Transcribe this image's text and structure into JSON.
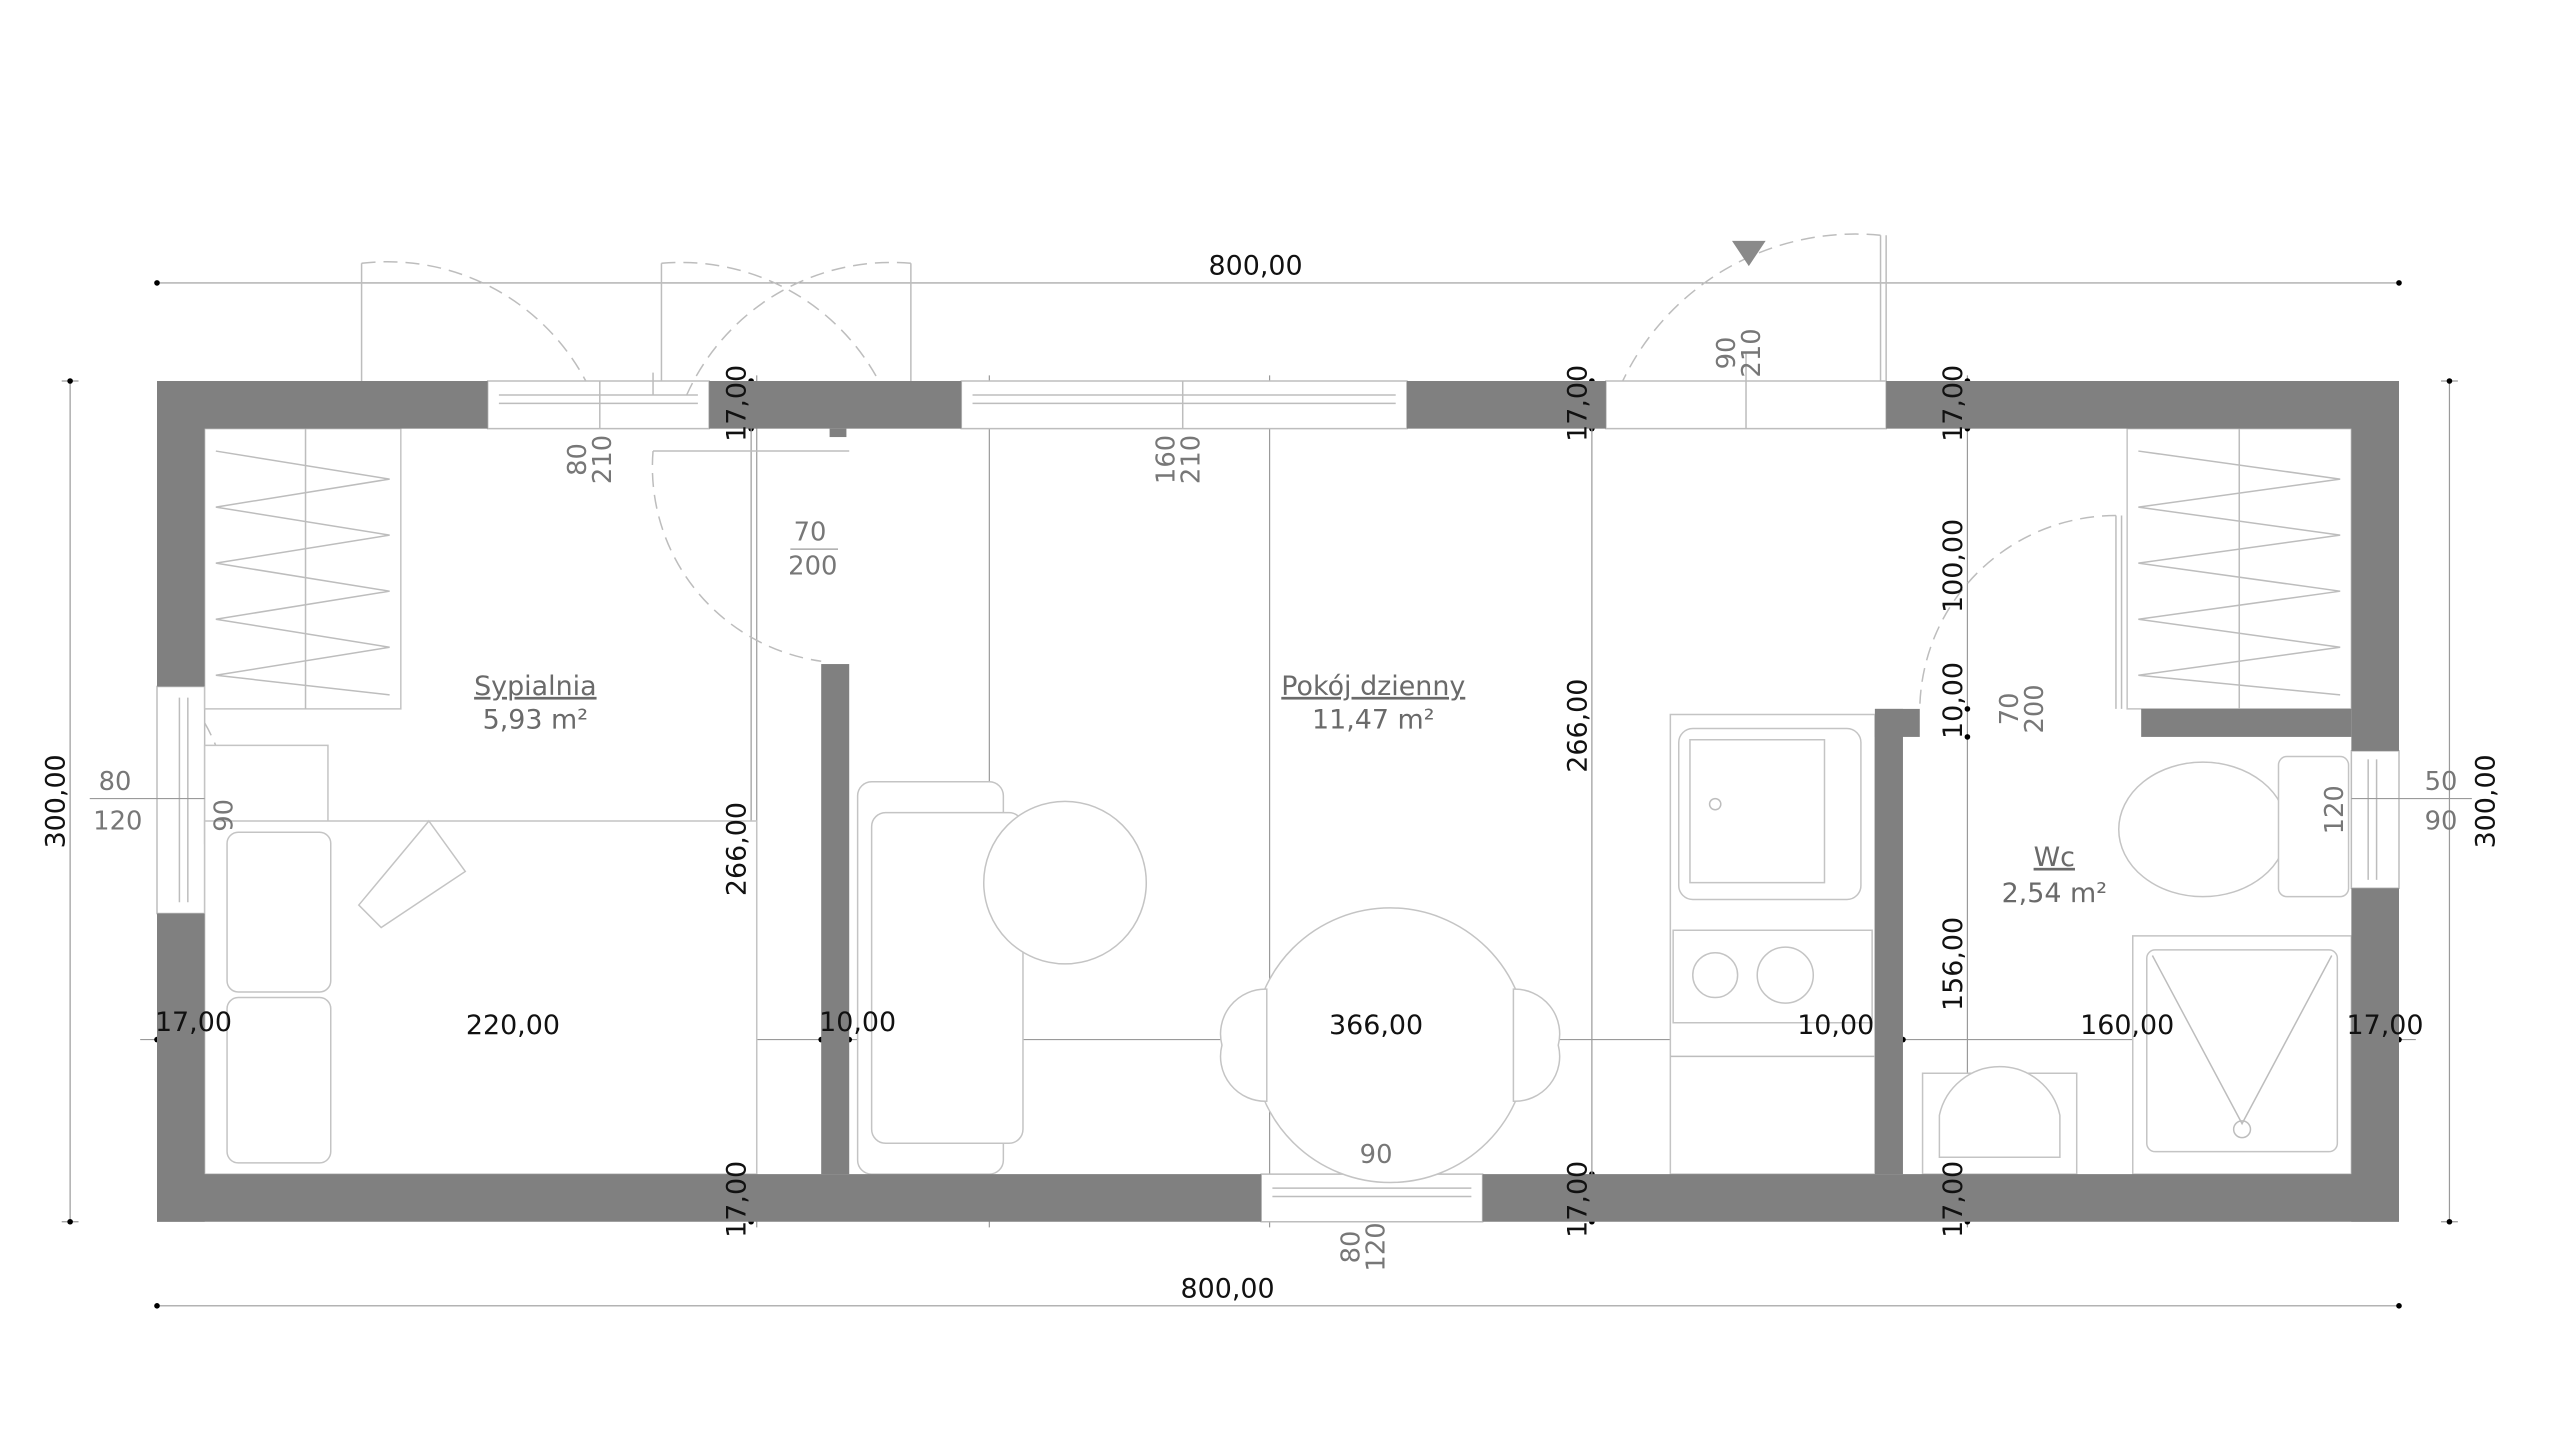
{
  "plan": {
    "rooms": [
      {
        "name": "Sypialnia",
        "area": "5,93 m²"
      },
      {
        "name": "Pokój dzienny",
        "area": "11,47 m²"
      },
      {
        "name": "Wc",
        "area": "2,54 m²"
      }
    ],
    "dimensions": {
      "top_total": "800,00",
      "bottom_total": "800,00",
      "left_total": "300,00",
      "right_total": "300,00",
      "wall_top": [
        "17,00",
        "17,00",
        "17,00"
      ],
      "wall_bottom": [
        "17,00",
        "17,00",
        "17,00"
      ],
      "height_bedroom": "266,00",
      "height_living": "266,00",
      "wc_upper": "100,00",
      "wc_wall": "10,00",
      "wc_lower": "156,00",
      "horizontal": [
        "17,00",
        "220,00",
        "10,00",
        "366,00",
        "10,00",
        "160,00",
        "17,00"
      ]
    },
    "openings": {
      "window_bedroom_top": {
        "w": "80",
        "h": "210"
      },
      "window_living_top": {
        "w": "160",
        "h": "210"
      },
      "entrance_door": {
        "w": "90",
        "h": "210"
      },
      "bedroom_door": {
        "w": "70",
        "h": "200"
      },
      "window_bedroom_left": {
        "w": "80",
        "h": "120",
        "sill": "90"
      },
      "wc_door": {
        "w": "70",
        "h": "200"
      },
      "window_wc_right": {
        "w": "50",
        "h": "90",
        "sill": "120"
      },
      "window_living_bottom": {
        "w": "80",
        "h": "120",
        "sill": "90"
      }
    },
    "colors": {
      "wall": "#808080",
      "lines": "#bdbdbd",
      "text_dim": "#111111",
      "text_room": "#6a6a6a"
    }
  }
}
